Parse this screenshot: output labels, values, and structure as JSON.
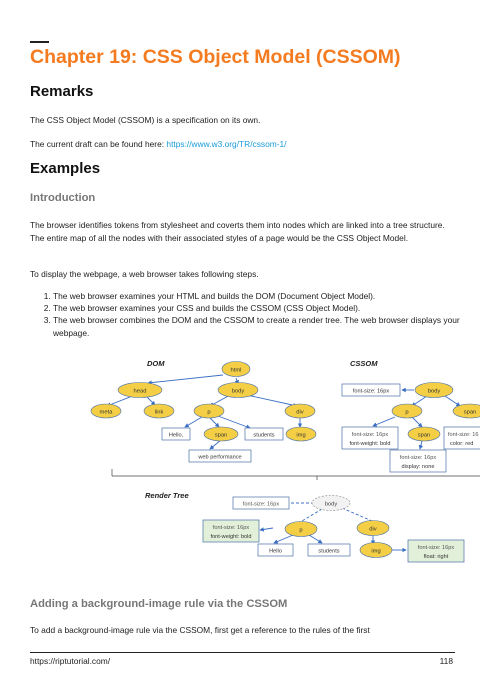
{
  "chapter": {
    "title": "Chapter 19: CSS Object Model (CSSOM)"
  },
  "remarks": {
    "heading": "Remarks",
    "para1": "The CSS Object Model (CSSOM) is a specification on its own.",
    "para2_prefix": "The current draft can be found here: ",
    "para2_link": "https://www.w3.org/TR/cssom-1/"
  },
  "examples": {
    "heading": "Examples",
    "introduction": {
      "heading": "Introduction",
      "para1": "The browser identifies tokens from stylesheet and coverts them into nodes which are linked into a tree structure. The entire map of all the nodes with their associated styles of a page would be the CSS Object Model.",
      "para2": "To display the webpage, a web browser takes following steps.",
      "steps": [
        "The web browser examines your HTML and builds the DOM (Document Object Model).",
        "The web browser examines your CSS and builds the CSSOM (CSS Object Model).",
        "The web browser combines the DOM and the CSSOM to create a render tree. The web browser displays your webpage."
      ]
    },
    "bg_rule": {
      "heading": "Adding a background-image rule via the CSSOM",
      "para": "To add a background-image rule via the CSSOM, first get a reference to the rules of the first"
    }
  },
  "diagram": {
    "colors": {
      "node_fill": "#f4cf45",
      "node_stroke": "#4a6fa5",
      "box_fill": "#ffffff",
      "box_stroke": "#4a6fa5",
      "green_fill": "#e2f0d9",
      "edge": "#3b6fc4",
      "text": "#333333",
      "dim_text": "#555555"
    },
    "dom": {
      "label": "DOM",
      "nodes": {
        "html": "html",
        "head": "head",
        "body": "body",
        "meta": "meta",
        "link": "link",
        "p": "p",
        "div": "div",
        "span": "span",
        "img": "img"
      },
      "boxes": {
        "hello": "Hello,",
        "students": "students",
        "web_performance": "web performance"
      }
    },
    "cssom": {
      "label": "CSSOM",
      "nodes": {
        "body": "body",
        "p": "p",
        "span_right": "span",
        "span": "span"
      },
      "boxes": {
        "root_font": "font-size: 16px",
        "p_font_1": "font-size: 16px",
        "p_font_2": "font-weight: bold",
        "span_right_1": "font-size: 16",
        "span_right_2": "color: red",
        "span_1": "font-size: 16px",
        "span_2": "display: none"
      }
    },
    "render_tree": {
      "label": "Render Tree",
      "nodes": {
        "body": "body",
        "p": "p",
        "div": "div",
        "img": "img"
      },
      "boxes": {
        "body_font": "font-size: 16px",
        "p_font_1": "font-size: 16px",
        "p_font_2": "font-weight: bold",
        "hello": "Hello",
        "students": "students",
        "img_1": "font-size: 16px",
        "img_2": "float: right"
      }
    }
  },
  "footer": {
    "url": "https://riptutorial.com/",
    "page": "118"
  }
}
